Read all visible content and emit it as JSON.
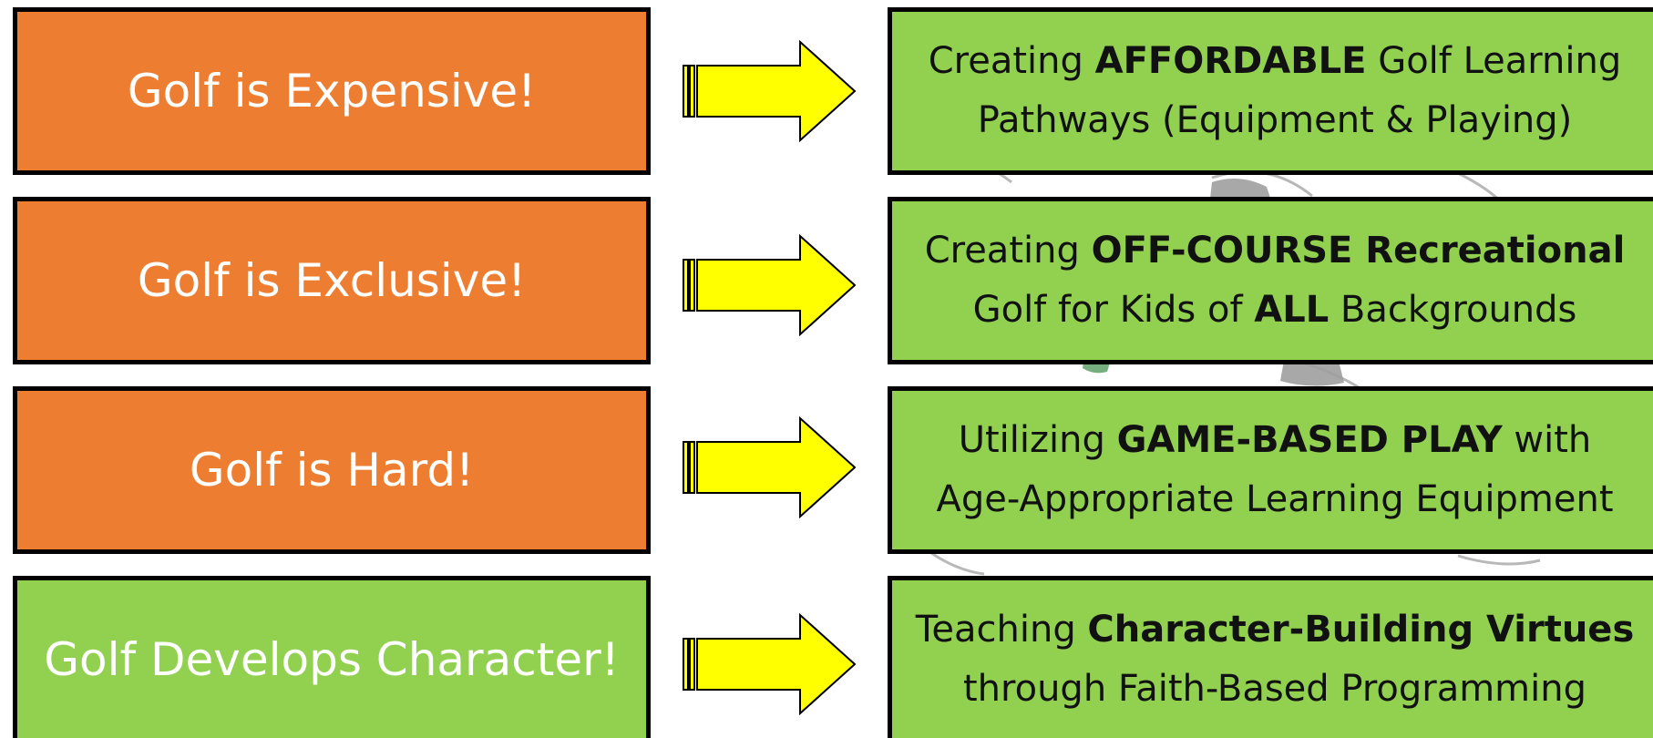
{
  "colors": {
    "problem_orange": "#ED7D31",
    "solution_green": "#92D050",
    "arrow_yellow": "#FFFF00",
    "border_black": "#000000",
    "watermark_gray": "#B8B8B8"
  },
  "rows": [
    {
      "problem": "Golf is Expensive!",
      "problem_color": "#ED7D31",
      "solution": {
        "line1": [
          {
            "text": "Creating ",
            "bold": false
          },
          {
            "text": "AFFORDABLE",
            "bold": true
          },
          {
            "text": " Golf Learning",
            "bold": false
          }
        ],
        "line2": [
          {
            "text": "Pathways (Equipment & Playing)",
            "bold": false
          }
        ]
      }
    },
    {
      "problem": "Golf is Exclusive!",
      "problem_color": "#ED7D31",
      "solution": {
        "line1": [
          {
            "text": "Creating ",
            "bold": false
          },
          {
            "text": "OFF-COURSE Recreational",
            "bold": true
          }
        ],
        "line2": [
          {
            "text": "Golf for Kids of ",
            "bold": false
          },
          {
            "text": "ALL",
            "bold": true
          },
          {
            "text": " Backgrounds",
            "bold": false
          }
        ]
      }
    },
    {
      "problem": "Golf is Hard!",
      "problem_color": "#ED7D31",
      "solution": {
        "line1": [
          {
            "text": "Utilizing ",
            "bold": false
          },
          {
            "text": "GAME-BASED PLAY",
            "bold": true
          },
          {
            "text": " with",
            "bold": false
          }
        ],
        "line2": [
          {
            "text": "Age-Appropriate Learning Equipment",
            "bold": false
          }
        ]
      }
    },
    {
      "problem": "Golf Develops Character!",
      "problem_color": "#92D050",
      "solution": {
        "line1": [
          {
            "text": "Teaching ",
            "bold": false
          },
          {
            "text": "Character-Building Virtues",
            "bold": true
          }
        ],
        "line2": [
          {
            "text": "through Faith-Based Programming",
            "bold": false
          }
        ]
      }
    }
  ]
}
